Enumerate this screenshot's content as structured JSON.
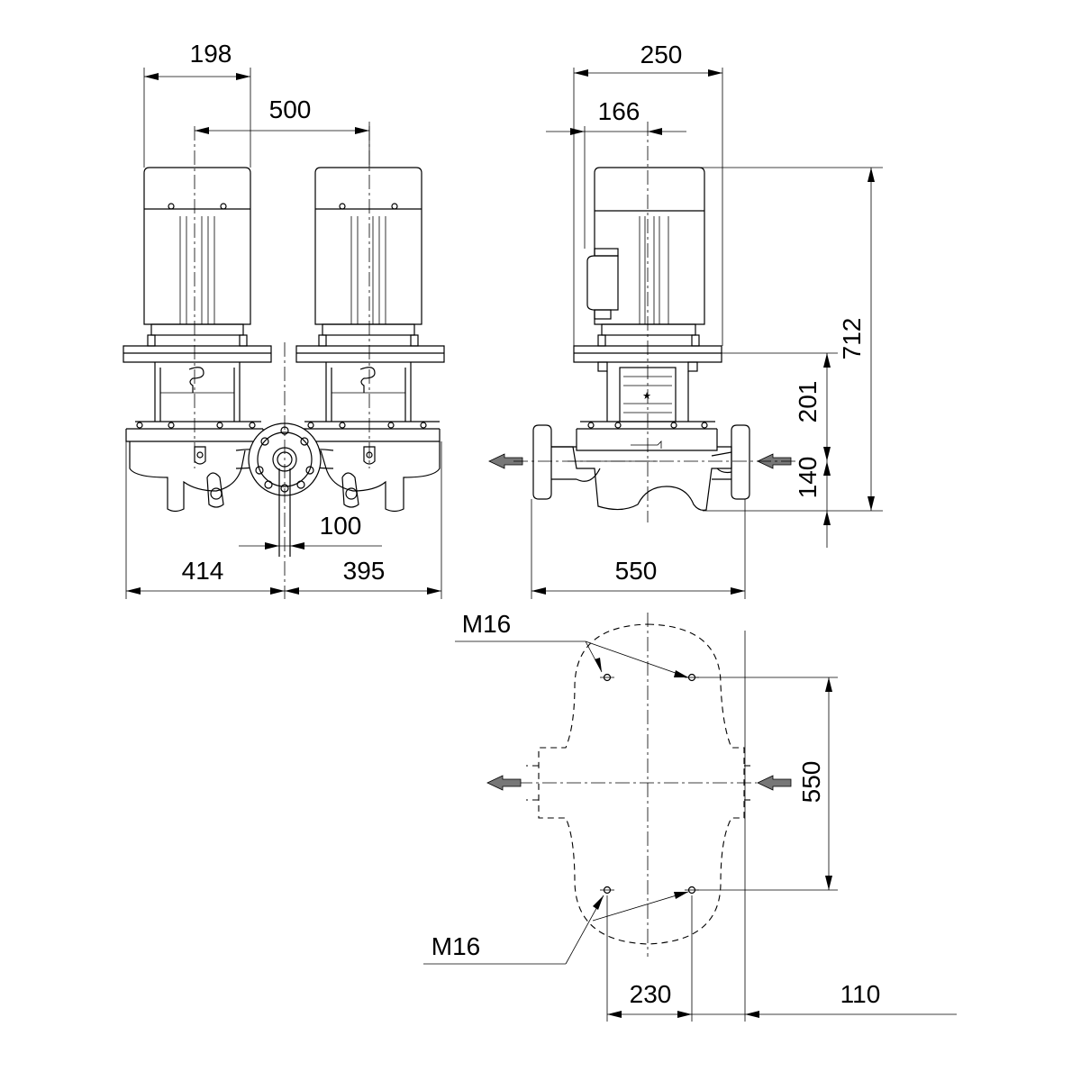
{
  "dimensions": {
    "front_view": {
      "motor_width": "198",
      "pump_center_distance": "500",
      "center_to_left": "414",
      "center_to_right": "395",
      "center_offset": "100"
    },
    "side_view": {
      "motor_overall": "250",
      "motor_offset": "166",
      "total_height": "712",
      "pump_height": "201",
      "port_height": "140",
      "port_to_port": "550"
    },
    "plan_view": {
      "thread_top": "M16",
      "thread_bottom": "M16",
      "bolt_spacing_vertical": "550",
      "bolt_spacing_horizontal": "230",
      "port_offset": "110"
    }
  },
  "icons": [
    "flow-arrow-icon",
    "grundfos-logo-icon"
  ]
}
